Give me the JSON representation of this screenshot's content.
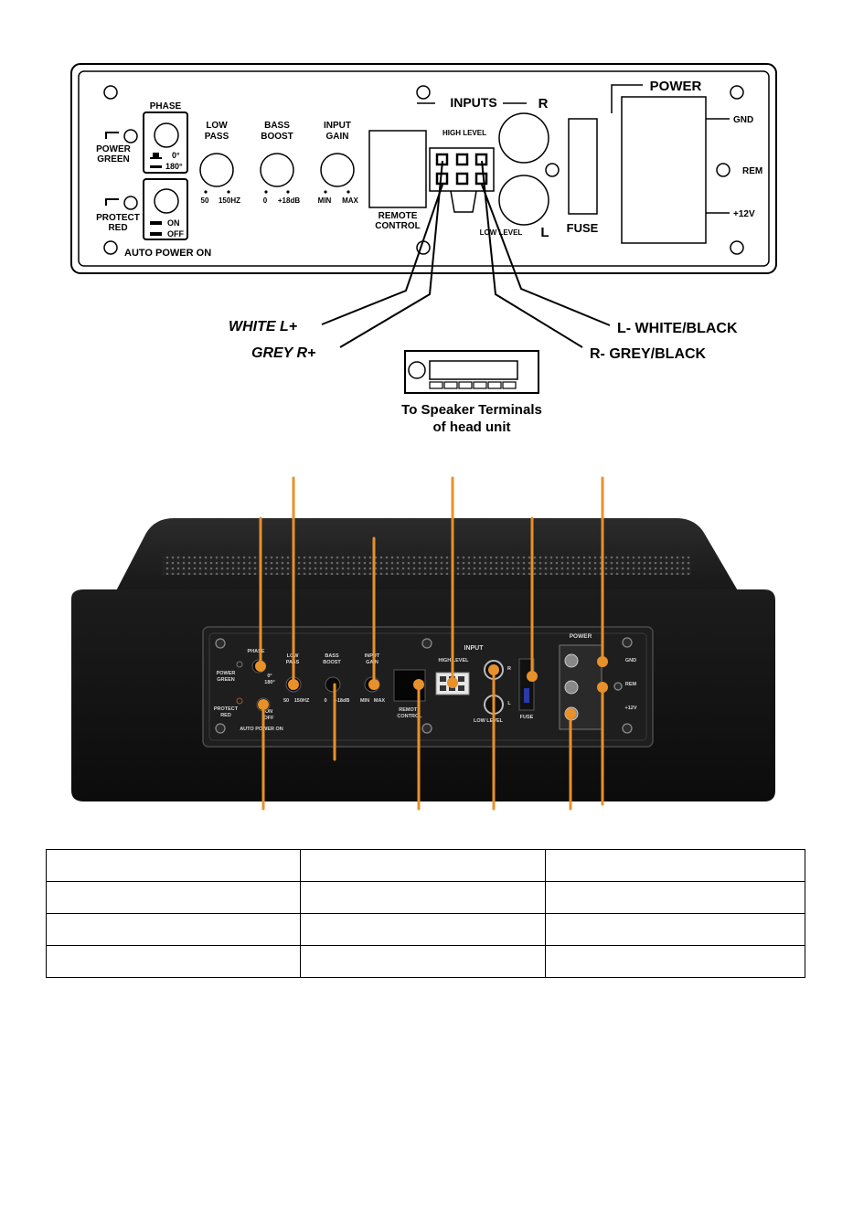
{
  "panel": {
    "phase": {
      "title": "PHASE",
      "opt1": "0°",
      "opt2": "180°"
    },
    "power_led": {
      "line1": "POWER",
      "line2": "GREEN"
    },
    "protect_led": {
      "line1": "PROTECT",
      "line2": "RED"
    },
    "auto_power": {
      "opt1": "ON",
      "opt2": "OFF",
      "label": "AUTO POWER ON"
    },
    "low_pass": {
      "line1": "LOW",
      "line2": "PASS",
      "min": "50",
      "max": "150HZ"
    },
    "bass_boost": {
      "line1": "BASS",
      "line2": "BOOST",
      "min": "0",
      "max": "+18dB"
    },
    "input_gain": {
      "line1": "INPUT",
      "line2": "GAIN",
      "min": "MIN",
      "max": "MAX"
    },
    "remote": {
      "line1": "REMOTE",
      "line2": "CONTROL"
    },
    "inputs": {
      "title": "INPUTS",
      "high_level": "HIGH LEVEL",
      "low_level": "LOW LEVEL",
      "r": "R",
      "l": "L"
    },
    "fuse": "FUSE",
    "power": {
      "title": "POWER",
      "gnd": "GND",
      "rem": "REM",
      "v12": "+12V"
    }
  },
  "wiring": {
    "white_l": "WHITE  L+",
    "grey_r": "GREY  R+",
    "l_minus": "L-  WHITE/BLACK",
    "r_minus": "R-  GREY/BLACK",
    "head_unit_line1": "To Speaker Terminals",
    "head_unit_line2": "of head unit"
  },
  "photo": {
    "phase": "PHASE",
    "ph1": "0°",
    "ph2": "180°",
    "power_green1": "POWER",
    "power_green2": "GREEN",
    "protect_red1": "PROTECT",
    "protect_red2": "RED",
    "on": "ON",
    "off": "OFF",
    "auto": "AUTO POWER ON",
    "lp1": "LOW",
    "lp2": "PASS",
    "lp_min": "50",
    "lp_max": "150HZ",
    "bb1": "BASS",
    "bb2": "BOOST",
    "bb_min": "0",
    "bb_max": "+18dB",
    "ig1": "INPUT",
    "ig2": "GAIN",
    "ig_min": "MIN",
    "ig_max": "MAX",
    "rc1": "REMOTE",
    "rc2": "CONTROL",
    "input": "INPUT",
    "high": "HIGH LEVEL",
    "low": "LOW LEVEL",
    "r": "R",
    "l": "L",
    "fuse": "FUSE",
    "power": "POWER",
    "gnd": "GND",
    "rem": "REM",
    "v12": "+12V"
  },
  "colors": {
    "callout": "#e8902a",
    "device": "#161616",
    "panel": "#1e1e1e"
  }
}
